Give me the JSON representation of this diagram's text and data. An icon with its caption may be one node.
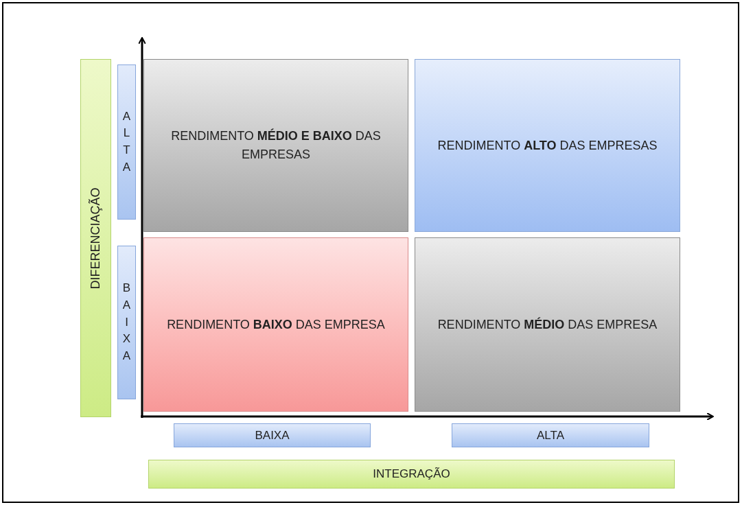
{
  "diagram": {
    "nodes": [
      {
        "text": [
          "DIFERENCIAÇÃO"
        ]
      },
      {
        "text": [
          "ALTA"
        ]
      },
      {
        "text": [
          "RENDIMENTO **MÉDIO E BAIXO** DAS EMPRESAS"
        ]
      },
      {
        "text": [
          "RENDIMENTO **ALTO** DAS EMPRESAS"
        ]
      },
      {
        "text": [
          "BAIXA"
        ]
      },
      {
        "text": [
          "RENDIMENTO **BAIXO** DAS EMPRESA"
        ]
      },
      {
        "text": [
          "RENDIMENTO **MÉDIO** DAS EMPRESA"
        ]
      },
      {
        "text": [
          "BAIXA"
        ]
      },
      {
        "text": [
          "ALTA"
        ]
      },
      {
        "text": [
          "INTEGRAÇÃO"
        ]
      }
    ]
  }
}
